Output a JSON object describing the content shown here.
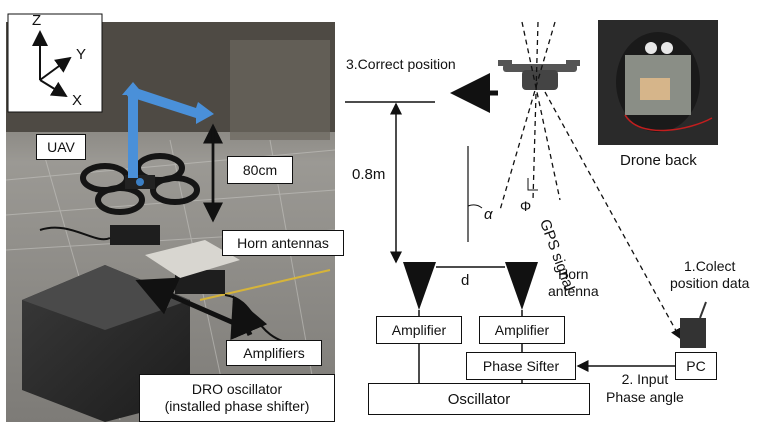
{
  "photo": {
    "axes": {
      "z": "Z",
      "y": "Y",
      "x": "X"
    },
    "labels": {
      "uav": "UAV",
      "height": "80cm",
      "horn": "Horn antennas",
      "amplifiers": "Amplifiers",
      "dro_line1": "DRO oscillator",
      "dro_line2": "(installed phase shifter)"
    }
  },
  "diagram": {
    "correct_position": "3.Correct position",
    "distance": "0.8m",
    "alpha": "α",
    "phi": "Φ",
    "gps_signal": "GPS signal",
    "drone_back": "Drone back",
    "collect_line1": "1.Colect",
    "collect_line2": "position data",
    "horn_line1": "Horn",
    "horn_line2": "antenna",
    "d": "d",
    "amplifier_left": "Amplifier",
    "amplifier_right": "Amplifier",
    "phase_shifter": "Phase Sifter",
    "pc": "PC",
    "input_line1": "2. Input",
    "input_line2": "Phase angle",
    "oscillator": "Oscillator"
  }
}
